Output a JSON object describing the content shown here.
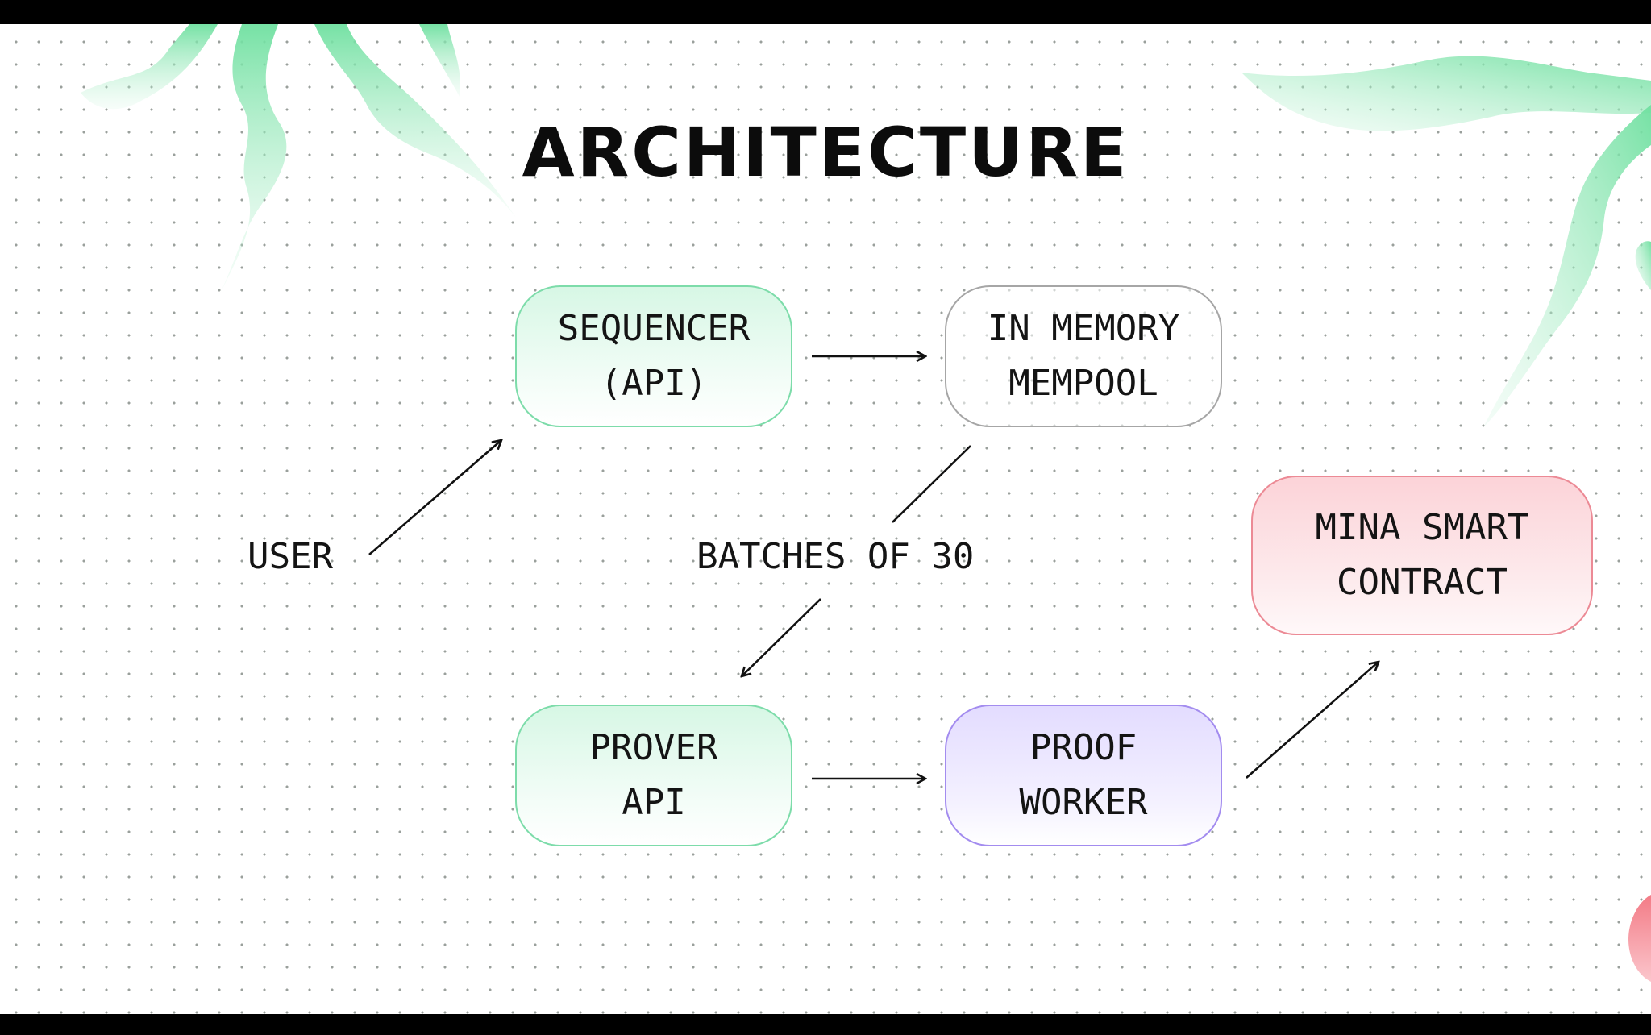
{
  "title": "ARCHITECTURE",
  "nodes": {
    "sequencer": {
      "line1": "SEQUENCER",
      "line2": "(API)"
    },
    "mempool": {
      "line1": "IN MEMORY",
      "line2": "MEMPOOL"
    },
    "mina": {
      "line1": "MINA SMART",
      "line2": "CONTRACT"
    },
    "prover": {
      "line1": "PROVER",
      "line2": "API"
    },
    "worker": {
      "line1": "PROOF",
      "line2": "WORKER"
    }
  },
  "labels": {
    "user": "USER",
    "batches": "BATCHES OF 30"
  },
  "colors": {
    "accent_green": "#7ddcaa",
    "accent_red": "#ec8a95",
    "accent_purple": "#a38cef"
  }
}
